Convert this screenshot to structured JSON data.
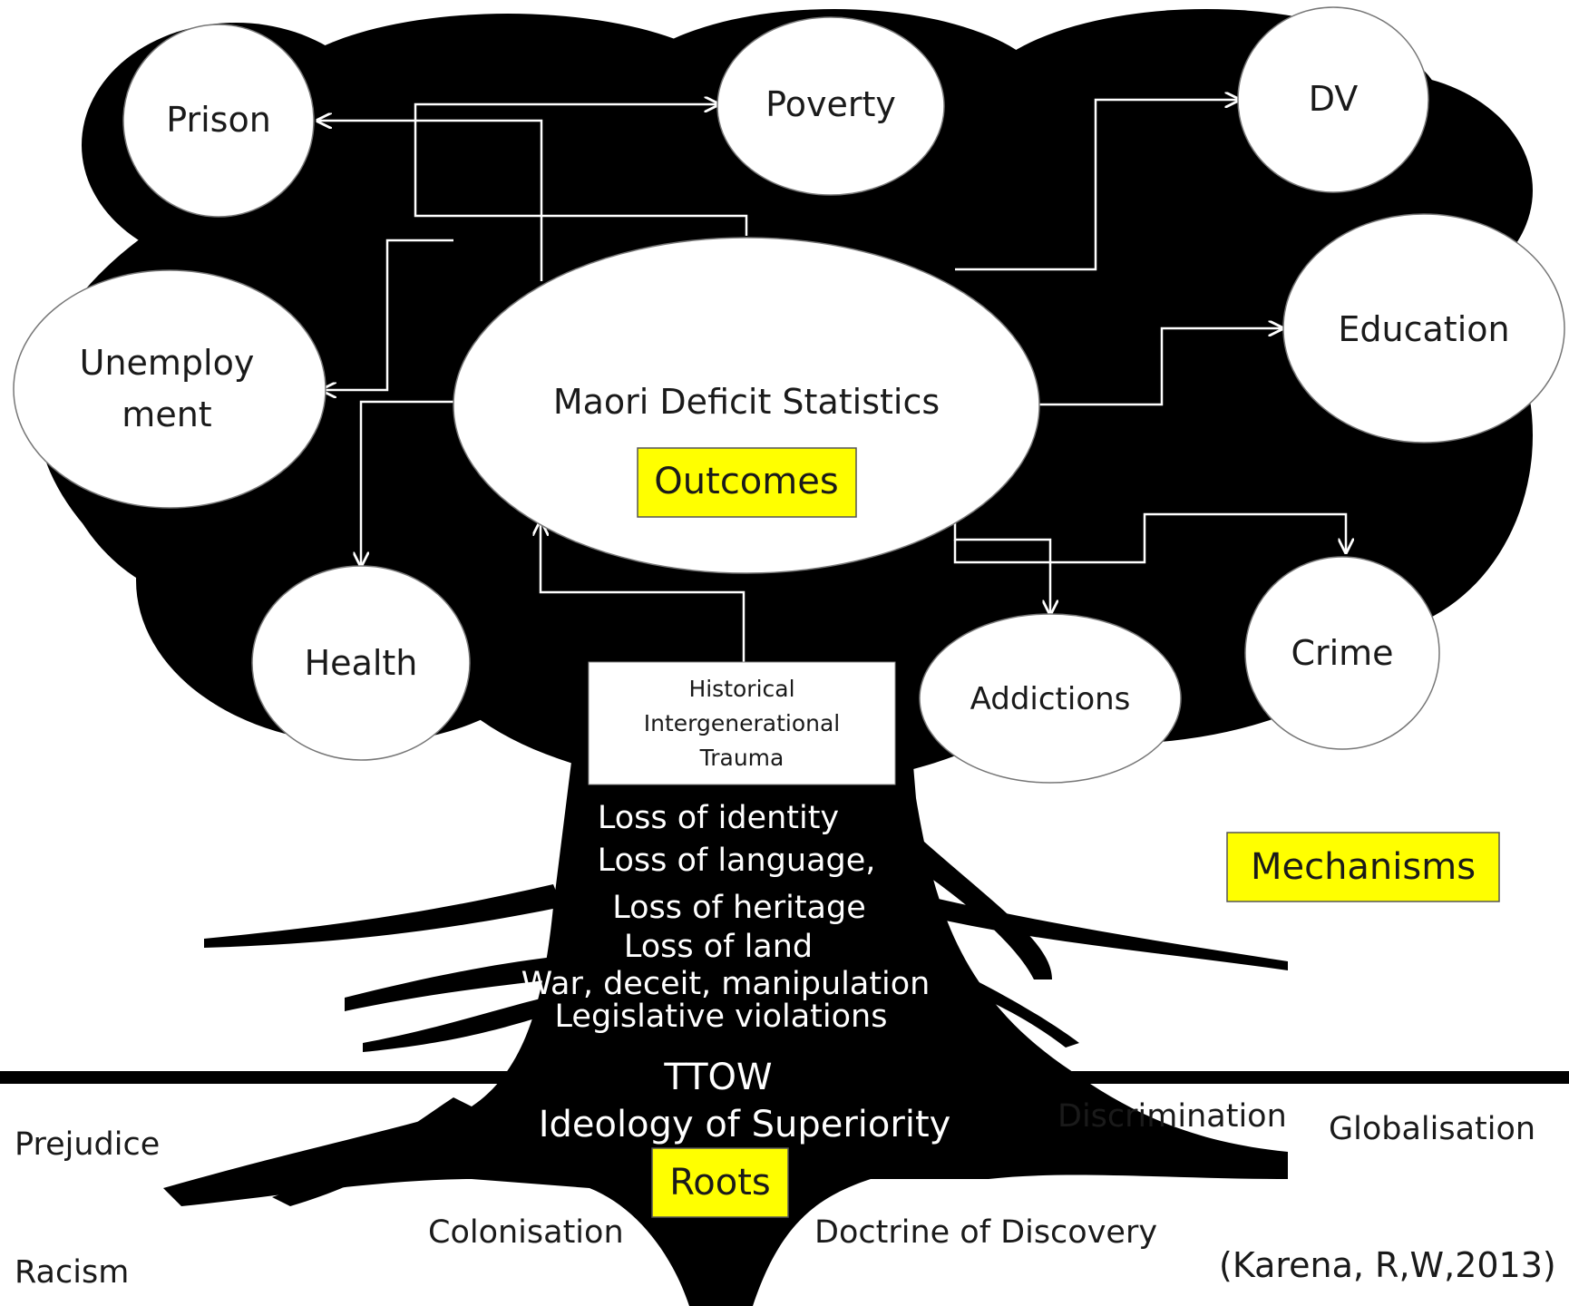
{
  "center": {
    "title": "Maori Deficit Statistics",
    "tag": "Outcomes"
  },
  "outcomes": {
    "prison": "Prison",
    "poverty": "Poverty",
    "dv": "DV",
    "unemployment_line1": "Unemploy",
    "unemployment_line2": "ment",
    "education": "Education",
    "health": "Health",
    "addictions": "Addictions",
    "crime": "Crime"
  },
  "trauma": {
    "line1": "Historical",
    "line2": "Intergenerational",
    "line3": "Trauma"
  },
  "trunk_items": [
    "Loss of  identity",
    "Loss of language,",
    "Loss of heritage",
    "Loss of land",
    "War, deceit, manipulation",
    "Legislative violations",
    "TTOW",
    "Ideology of Superiority"
  ],
  "mechanisms_tag": "Mechanisms",
  "roots_tag": "Roots",
  "ground_labels": {
    "prejudice": "Prejudice",
    "racism": "Racism",
    "colonisation": "Colonisation",
    "doctrine": "Doctrine of Discovery",
    "discrimination": "Discrimination",
    "globalisation": "Globalisation"
  },
  "citation": "(Karena, R,W,2013)",
  "colors": {
    "tree": "#000000",
    "highlight": "#ffff00",
    "node_fill": "#ffffff",
    "connector": "#ffffff"
  }
}
